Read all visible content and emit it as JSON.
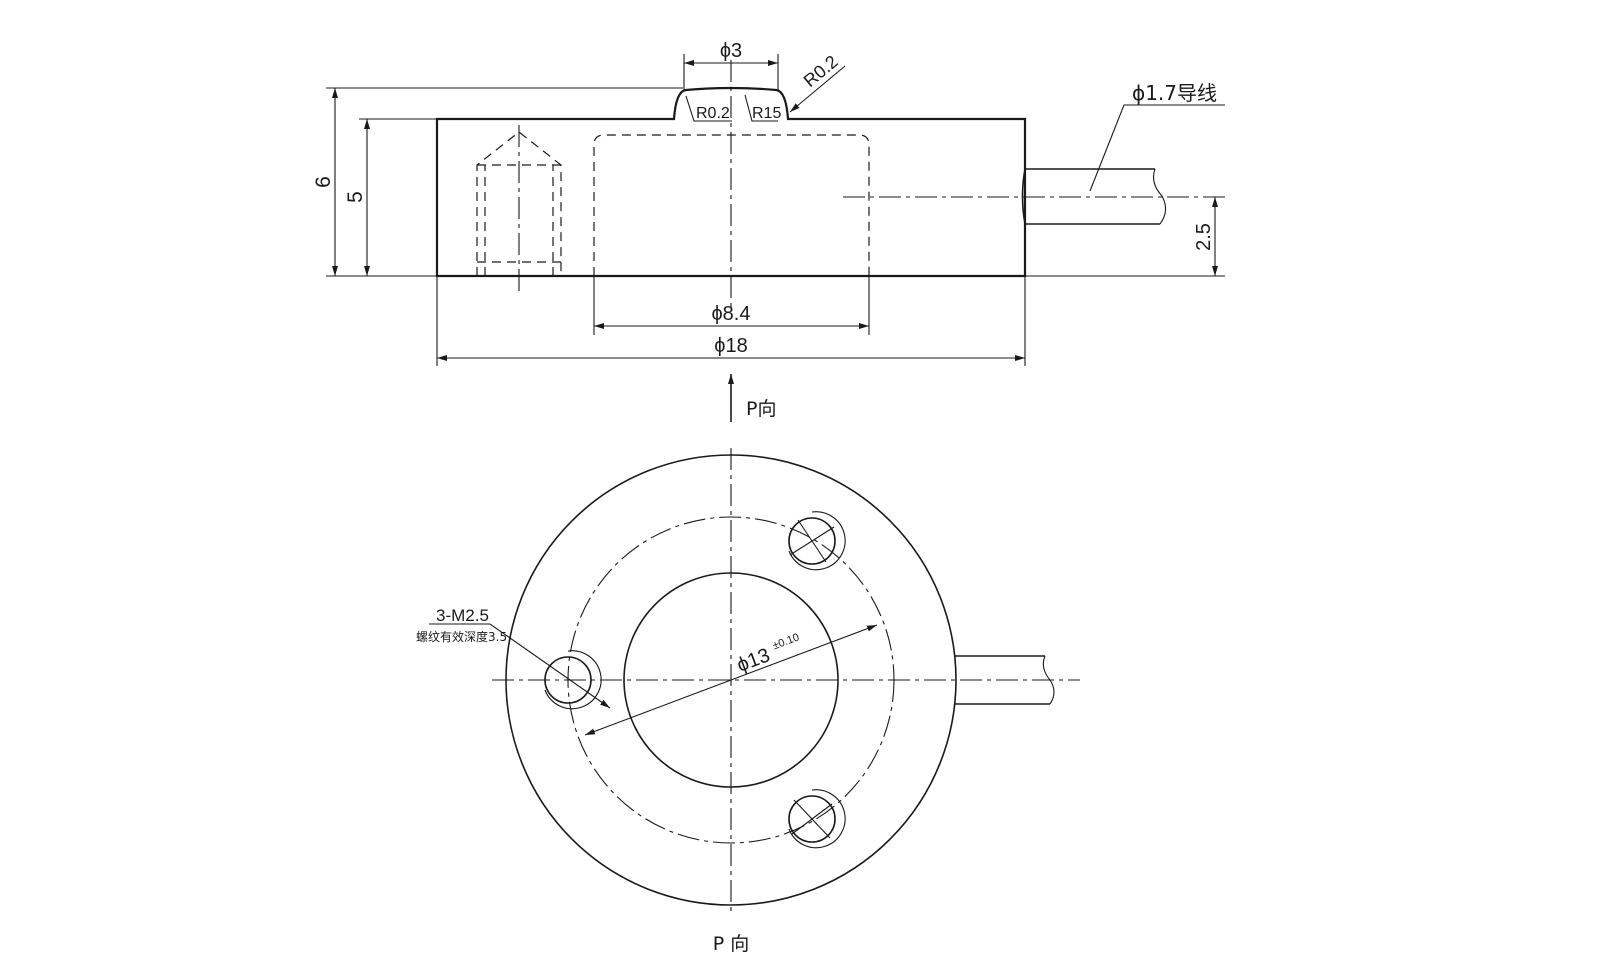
{
  "side_view": {
    "dim_total_height": "6",
    "dim_body_height": "5",
    "dim_boss_diameter": "ϕ3",
    "radius_fillet_top": "R0.2",
    "radius_left": "R0.2",
    "radius_crown": "R15",
    "dim_wire": "ϕ1.7导线",
    "dim_wire_height": "2.5",
    "dim_recess_diameter": "ϕ8.4",
    "dim_outer_diameter": "ϕ18",
    "view_arrow_label": "P向"
  },
  "top_view": {
    "thread_callout": "3-M2.5",
    "thread_depth_note": "螺纹有效深度3.5",
    "pitch_circle_dim": "ϕ13",
    "pitch_circle_tolerance": "±0.10",
    "view_title": "P 向"
  }
}
